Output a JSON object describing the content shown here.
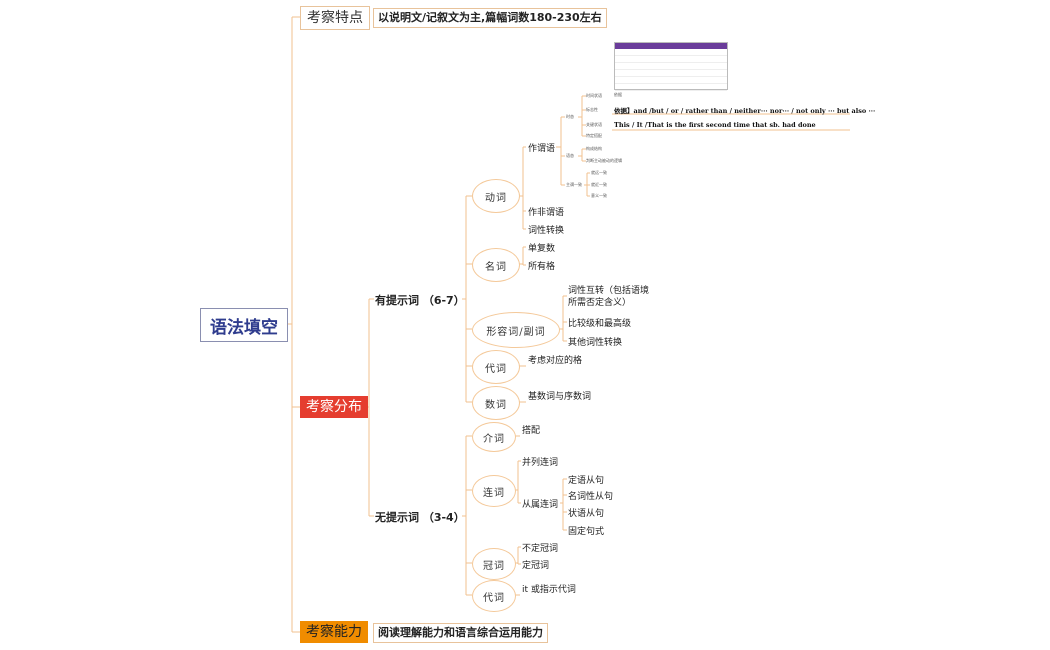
{
  "root": "语法填空",
  "colors": {
    "line": "#f2c08f",
    "red": "#e53d2f",
    "orange": "#f08c00",
    "root_text": "#2f3c8e"
  },
  "features": {
    "label": "考察特点",
    "text": "以说明文/记叙文为主,篇幅词数180-230左右"
  },
  "distribution": {
    "label": "考察分布",
    "with_hint": {
      "label": "有提示词 （6-7）",
      "verb": {
        "label": "动词",
        "predicate": {
          "label": "作谓语",
          "tense_label": "时态",
          "tense_items": [
            "时间状语",
            "标志性",
            "关键状语",
            "特定搭配"
          ],
          "voice_label": "语态",
          "voice_items": [
            "构成结构",
            "判断主动被动的逻辑"
          ],
          "agree_label": "主谓一致",
          "agree_items": [
            "就远一致",
            "就近一致",
            "意义一致"
          ],
          "note1": "依据",
          "note2": "依据】and /but / or / rather than / neither··· nor··· / not only ··· but also ···",
          "note3": "This / It /That is the first second time that sb. had  done"
        },
        "non_predicate": "作非谓语",
        "conversion": "词性转换"
      },
      "noun": {
        "label": "名词",
        "items": [
          "单复数",
          "所有格"
        ]
      },
      "adj_adv": {
        "label": "形容词/副词",
        "items": [
          "词性互转（包括语境所需否定含义）",
          "比较级和最高级",
          "其他词性转换"
        ]
      },
      "pronoun": {
        "label": "代词",
        "items": [
          "考虑对应的格"
        ]
      },
      "numeral": {
        "label": "数词",
        "items": [
          "基数词与序数词"
        ]
      }
    },
    "without_hint": {
      "label": "无提示词 （3-4）",
      "prep": {
        "label": "介词",
        "items": [
          "搭配"
        ]
      },
      "conj": {
        "label": "连词",
        "coord": "并列连词",
        "sub": {
          "label": "从属连词",
          "items": [
            "定语从句",
            "名词性从句",
            "状语从句",
            "固定句式"
          ]
        }
      },
      "article": {
        "label": "冠词",
        "items": [
          "不定冠词",
          "定冠词"
        ]
      },
      "pronoun": {
        "label": "代词",
        "items": [
          "it 或指示代词"
        ]
      }
    }
  },
  "ability": {
    "label": "考察能力",
    "text": "阅读理解能力和语言综合运用能力"
  }
}
